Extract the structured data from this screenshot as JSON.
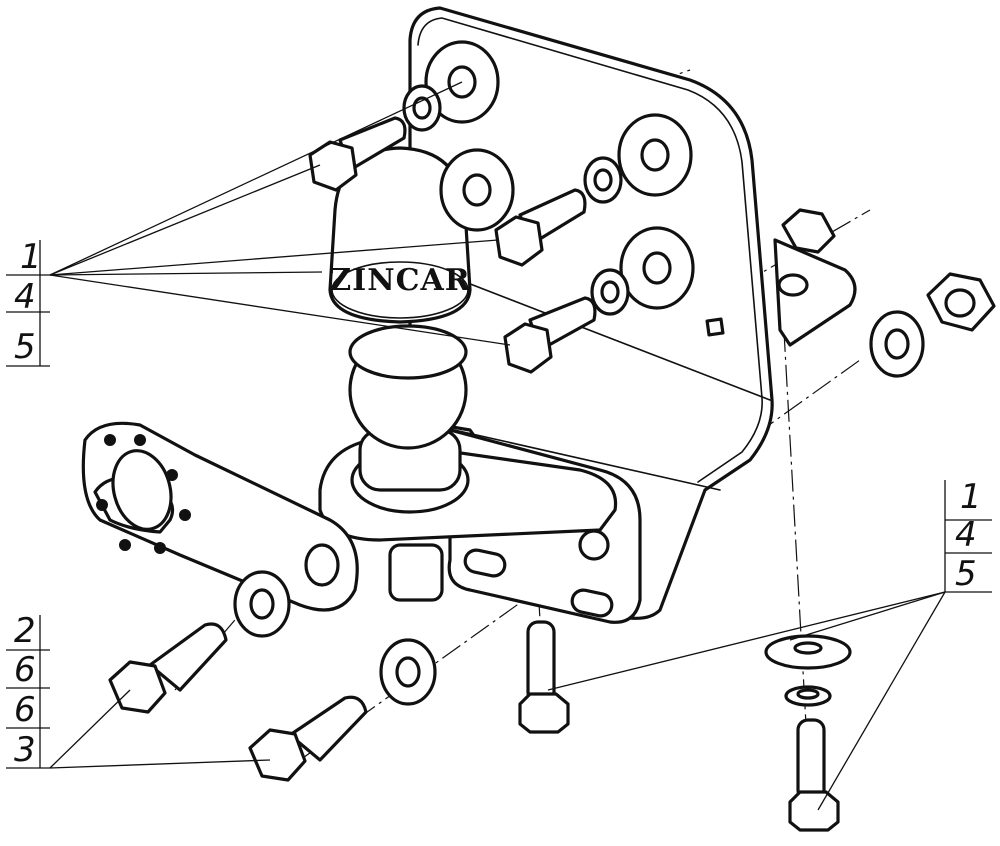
{
  "brand_text": "ZINCAR",
  "callouts": [
    {
      "id": "callout-left-top",
      "numbers": [
        "1",
        "4",
        "5"
      ]
    },
    {
      "id": "callout-right",
      "numbers": [
        "1",
        "4",
        "5"
      ]
    },
    {
      "id": "callout-left-bottom",
      "numbers": [
        "2",
        "6",
        "6",
        "3"
      ]
    }
  ]
}
